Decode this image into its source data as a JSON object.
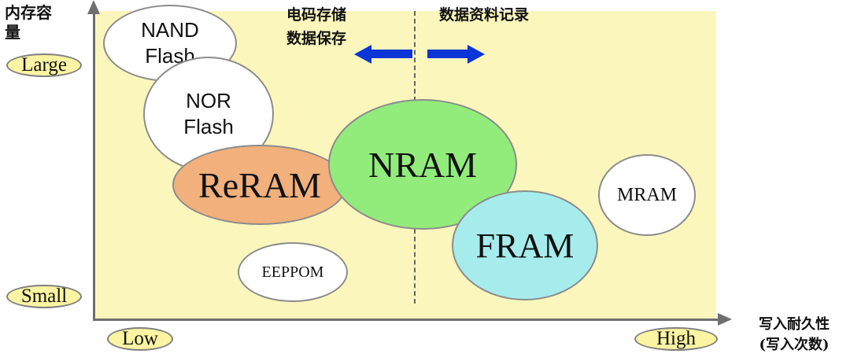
{
  "axes": {
    "y_title": "内存容量",
    "y_high": "Large",
    "y_low": "Small",
    "x_title_line1": "写入耐久性",
    "x_title_line2": "(写入次数)",
    "x_low": "Low",
    "x_high": "High"
  },
  "regions": {
    "left_line1": "电码存储",
    "left_line2": "数据保存",
    "right": "数据资料记录"
  },
  "memories": {
    "nand_line1": "NAND",
    "nand_line2": "Flash",
    "nor_line1": "NOR",
    "nor_line2": "Flash",
    "reram": "ReRAM",
    "nram": "NRAM",
    "fram": "FRAM",
    "mram": "MRAM",
    "eeppom": "EEPPOM"
  },
  "colors": {
    "plot_background": "#fbf6bc",
    "pill_fill": "#fbf4a3",
    "arrow": "#0b35d6",
    "reram": "#f1b07c",
    "nram": "#92ec7c",
    "fram": "#a7ecec"
  }
}
